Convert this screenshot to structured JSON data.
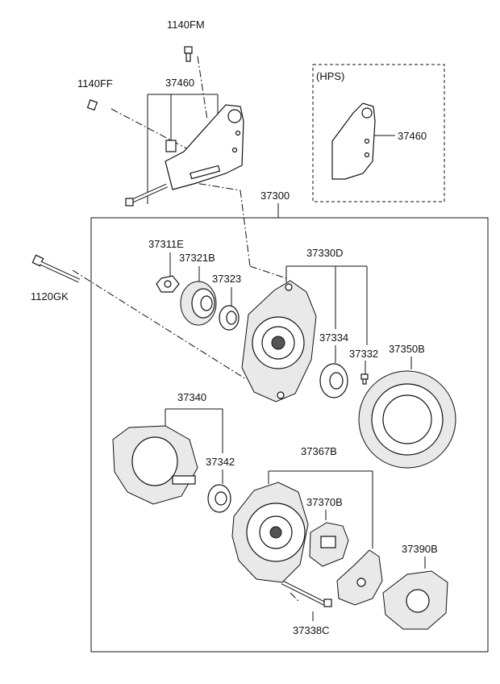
{
  "labels": {
    "p1140FM": "1140FM",
    "p1140FF": "1140FF",
    "p37460_main": "37460",
    "hps": "(HPS)",
    "p37460_hps": "37460",
    "p37300": "37300",
    "p37311E": "37311E",
    "p37321B": "37321B",
    "p37323": "37323",
    "p37330D": "37330D",
    "p37334": "37334",
    "p37332": "37332",
    "p37350B": "37350B",
    "p1120GK": "1120GK",
    "p37340": "37340",
    "p37342": "37342",
    "p37367B": "37367B",
    "p37370B": "37370B",
    "p37390B": "37390B",
    "p37338C": "37338C"
  }
}
